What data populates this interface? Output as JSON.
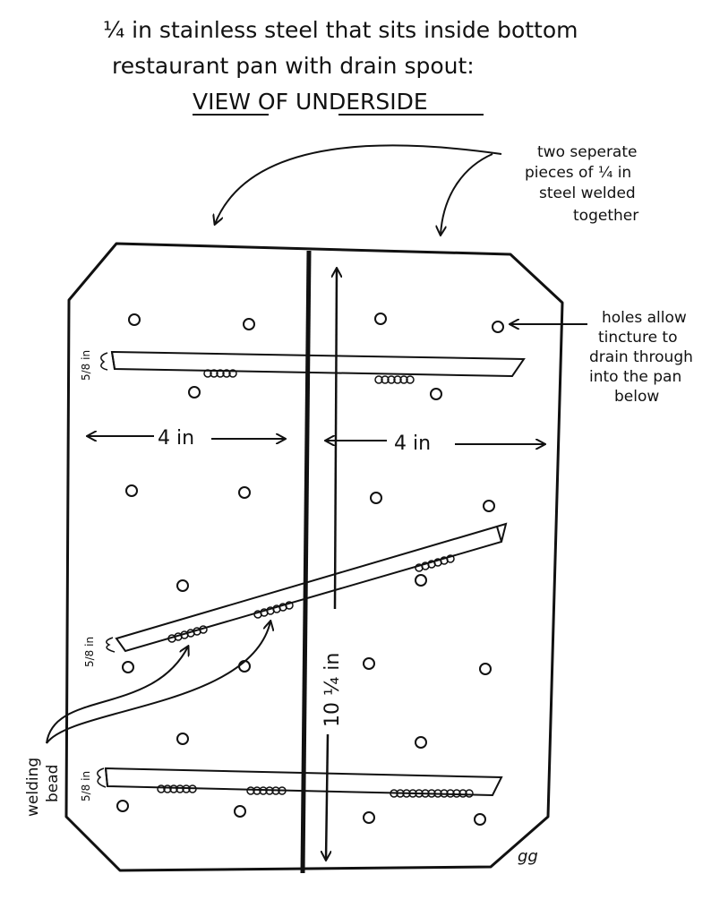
{
  "title": {
    "line1": "¼ in stainless steel that sits inside bottom",
    "line2": "restaurant pan with drain spout:",
    "line3": "VIEW OF UNDERSIDE"
  },
  "notes": {
    "pieces": [
      "two seperate",
      "pieces of ¼ in",
      "steel welded",
      "together"
    ],
    "holes": [
      "holes allow",
      "tincture to",
      "drain through",
      "into the pan",
      "below"
    ],
    "welding": [
      "welding",
      "bead"
    ]
  },
  "dimensions": {
    "left_width": "4 in",
    "right_width": "4 in",
    "length": "10 ¼ in",
    "rail_height": "5/8 in"
  },
  "signature": "gg"
}
